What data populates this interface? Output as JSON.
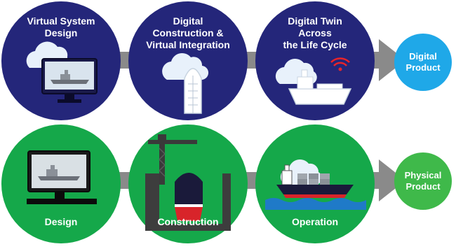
{
  "colors": {
    "navy": "#24267a",
    "green": "#15a84a",
    "cyan": "#1fa8e8",
    "light_green": "#3fb94a",
    "arrow_gray": "#8a8a8a"
  },
  "digital_row": {
    "stages": [
      {
        "lines": [
          "Virtual System",
          "Design"
        ],
        "icon": "monitor-ship-icon"
      },
      {
        "lines": [
          "Digital",
          "Construction &",
          "Virtual Integration"
        ],
        "icon": "cloud-hull-icon"
      },
      {
        "lines": [
          "Digital Twin",
          "Across",
          "the Life Cycle"
        ],
        "icon": "cloud-ship-signal-icon"
      }
    ],
    "product": {
      "lines": [
        "Digital",
        "Product"
      ]
    }
  },
  "physical_row": {
    "stages": [
      {
        "label": "Design",
        "icon": "monitor-ship-icon"
      },
      {
        "label": "Construction",
        "icon": "crane-drydock-ship-icon"
      },
      {
        "label": "Operation",
        "icon": "container-ship-icon"
      }
    ],
    "product": {
      "lines": [
        "Physical",
        "Product"
      ]
    }
  }
}
